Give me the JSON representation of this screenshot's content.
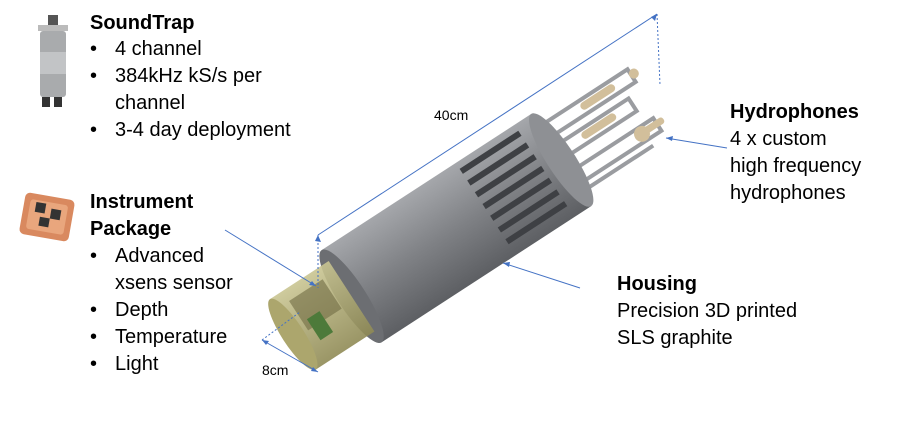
{
  "soundtrap": {
    "title": "SoundTrap",
    "bullets": [
      "4 channel",
      "384kHz kS/s per",
      "channel",
      "3-4 day deployment"
    ]
  },
  "instrument": {
    "title_line1": "Instrument",
    "title_line2": "Package",
    "bullets": [
      "Advanced",
      "xsens sensor",
      "Depth",
      "Temperature",
      "Light"
    ]
  },
  "hydrophones": {
    "title": "Hydrophones",
    "lines": [
      "4 x custom",
      "high frequency",
      "hydrophones"
    ]
  },
  "housing": {
    "title": "Housing",
    "lines": [
      "Precision 3D printed",
      "SLS graphite"
    ]
  },
  "dimensions": {
    "length": "40cm",
    "diameter": "8cm"
  },
  "colors": {
    "arrow": "#4472c4",
    "housing": "#7d7f83",
    "cap": "#b7b27a"
  }
}
